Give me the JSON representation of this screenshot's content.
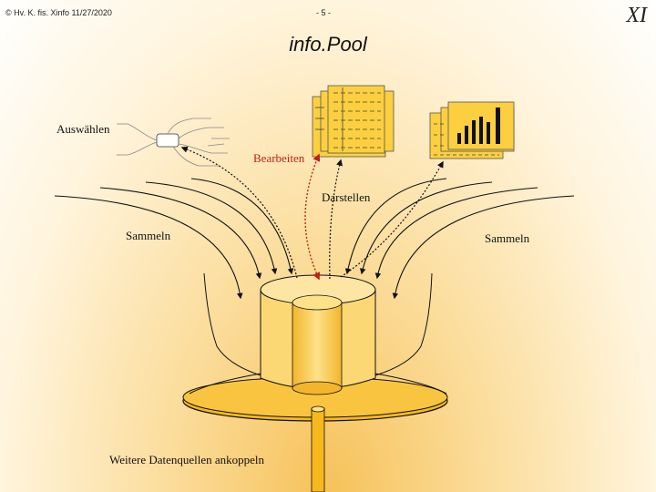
{
  "header": {
    "copyright": "© Hv. K. fis. Xinfo 11/27/2020",
    "page_number": "- 5 -",
    "logo_text": "XI"
  },
  "title": "info.Pool",
  "labels": {
    "select": "Auswählen",
    "edit": "Bearbeiten",
    "display": "Darstellen",
    "collect_left": "Sammeln",
    "collect_right": "Sammeln",
    "connect": "Weitere Datenquellen ankoppeln"
  },
  "colors": {
    "dish": "#f7b81e",
    "document": "#fbcf3f",
    "edit_arrow": "#c0201b",
    "arrows": "#111111"
  }
}
